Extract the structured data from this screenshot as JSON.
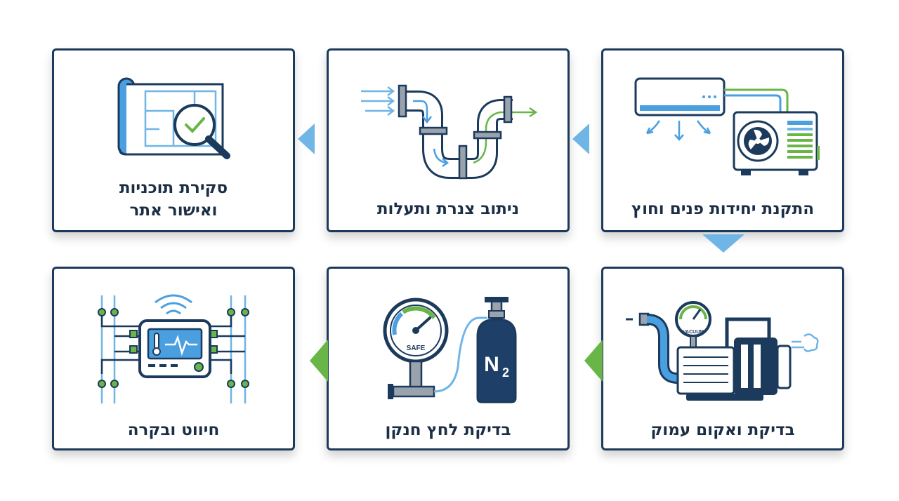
{
  "steps": [
    {
      "label": "התקנת יחידות פנים וחוץ",
      "icon": "ac-units-icon"
    },
    {
      "label": "ניתוב צנרת ותעלות",
      "icon": "pipes-icon"
    },
    {
      "label_line1": "סקירת תוכניות",
      "label_line2": "ואישור אתר",
      "icon": "blueprint-magnifier-icon"
    },
    {
      "label": "בדיקת ואקום עמוק",
      "icon": "vacuum-pump-icon",
      "gauge_text": "VACUUM"
    },
    {
      "label": "בדיקת לחץ חנקן",
      "icon": "nitrogen-tank-icon",
      "gauge_text": "SAFE",
      "tank_text": "N",
      "tank_sub": "2"
    },
    {
      "label": "חיווט ובקרה",
      "icon": "controller-wiring-icon"
    }
  ],
  "colors": {
    "navy": "#1b3a5c",
    "blue": "#4a9fe0",
    "light_blue": "#6fb5e6",
    "green": "#6ab547"
  }
}
